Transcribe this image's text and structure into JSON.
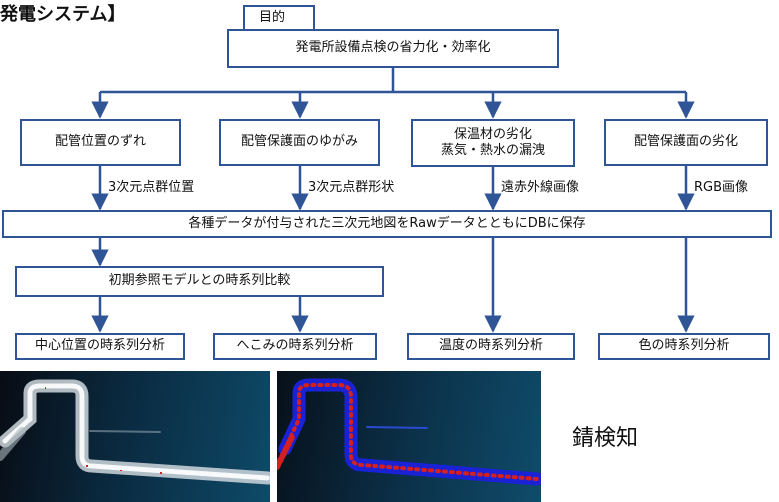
{
  "page_title": "発電システム】",
  "goal_label": "目的",
  "goal": "発電所設備点検の省力化・効率化",
  "inspection_items": [
    "配管位置のずれ",
    "配管保護面のゆがみ",
    "保温材の劣化",
    "配管保護面の劣化"
  ],
  "inspection_item_line2": "蒸気・熱水の漏洩",
  "data_types": [
    "3次元点群位置",
    "3次元点群形状",
    "遠赤外線画像",
    "RGB画像"
  ],
  "database": "各種データが付与された三次元地図をRawデータとともにDBに保存",
  "comparison": "初期参照モデルとの時系列比較",
  "analyses": [
    "中心位置の時系列分析",
    "へこみの時系列分析",
    "温度の時系列分析",
    "色の時系列分析"
  ],
  "detection_label": "錆検知",
  "colors": {
    "border": "#2f5597",
    "arrow": "#2f5597",
    "image_bg": "#0d3f5e",
    "rust_red": "#d42020",
    "blue_pipe": "#1b22d6"
  }
}
